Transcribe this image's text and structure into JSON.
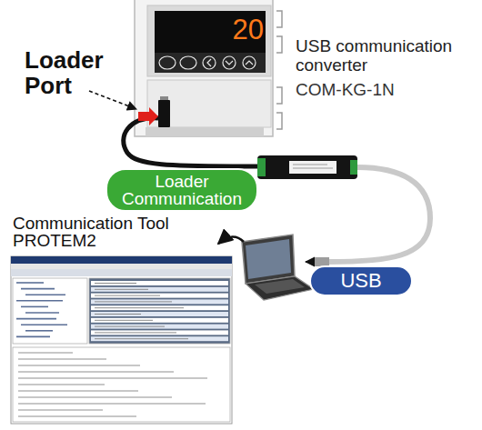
{
  "diagram": {
    "nodes": [
      {
        "text": [
          "Loader Communication"
        ]
      },
      {
        "text": [
          "USB"
        ]
      }
    ],
    "labels": [
      "Loader Port",
      "USB communication converter",
      "COM-KG-1N",
      "Communication Tool PROTEM2",
      "20"
    ]
  }
}
